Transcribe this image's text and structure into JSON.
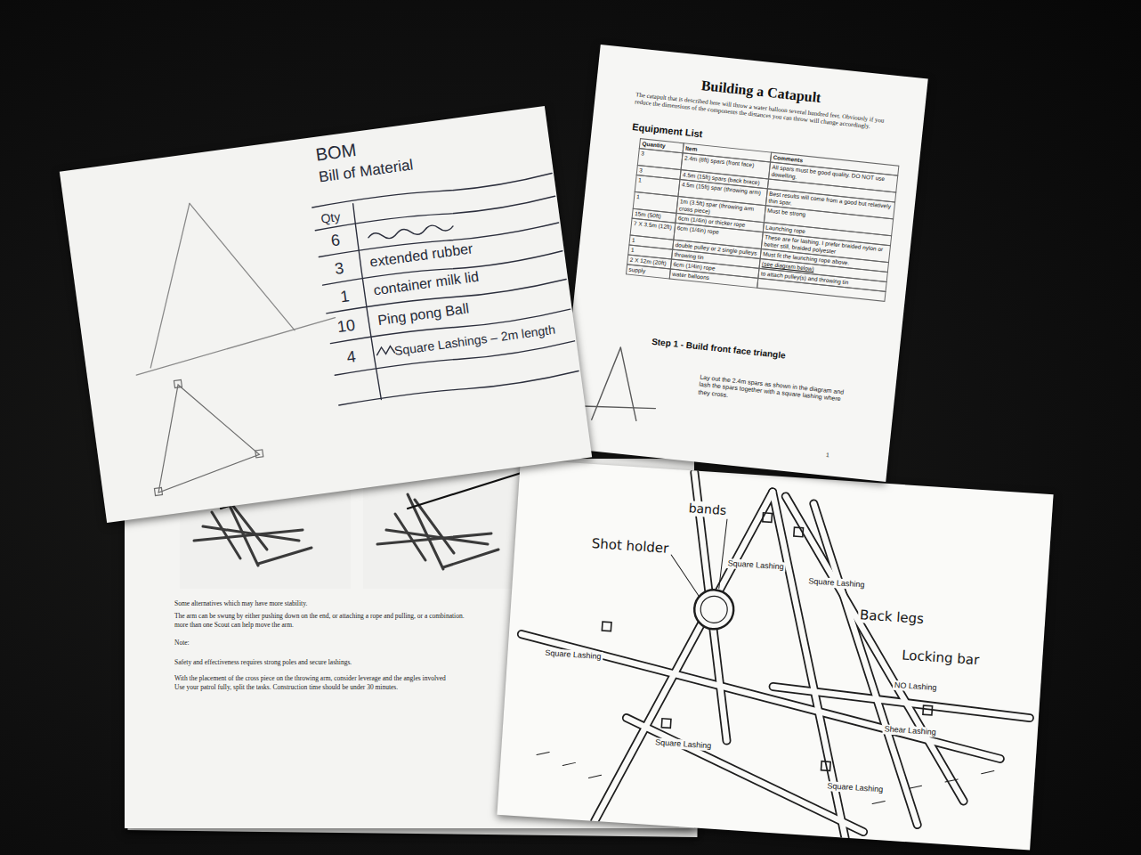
{
  "diagram": {
    "nodes": [
      {
        "text": [
          "BOM",
          "Bill of Material",
          "Qty",
          "6",
          "3",
          "extended rubber",
          "1",
          "container milk lid",
          "10",
          "Ping pong Ball",
          "4",
          "Square Lashings – 2m length"
        ]
      },
      {
        "text": [
          "Building a Catapult",
          "The catapult that is described here will throw a water balloon several hundred feet. Obviously if you reduce the dimensions of the components the distances you can throw will change accordingly.",
          "Equipment List",
          "Quantity",
          "Item",
          "Comments",
          "3",
          "2.4m (8ft) spars (front face)",
          "All spars must be good quality. DO NOT use dowelling.",
          "3",
          "4.5m (15ft) spars (back brace)",
          "1",
          "4.5m (15ft) spar (throwing arm)",
          "Best results will come from a good but relatively thin spar.",
          "1",
          "1m (3.5ft) spar (throwing arm cross piece)",
          "Must be strong",
          "15m (50ft)",
          "6cm (1/4in) or thicker rope",
          "Launching rope",
          "7 X 3.5m (12ft)",
          "6cm (1/4in) rope",
          "These are for lashing. I prefer braided nylon or better still, braided polyester",
          "1",
          "double pulley or 2 single pulleys",
          "Must fit the launching rope above.",
          "1",
          "throwing tin",
          "(see diagram below)",
          "2 X 12m (20ft)",
          "6cm (1/4in) rope",
          "to attach pulley(s) and throwing tin",
          "supply",
          "water balloons",
          "Step 1 - Build front face triangle",
          "Lay out the 2.4m spars as shown in the diagram and lash the spars together with a square lashing where they cross.",
          "1"
        ]
      },
      {
        "text": [
          "Some alternatives which may have more stability.",
          "The arm can be swung by either pushing down on the end, or attaching a rope and pulling, or a combination.",
          "more than one Scout can help move the arm.",
          "Note:",
          "Safety and effectiveness requires strong poles and secure lashings.",
          "With the placement of the cross piece on the throwing arm, consider leverage and the angles involved",
          "Use your patrol fully, split the tasks. Construction time should be under 30 minutes."
        ]
      },
      {
        "text": [
          "bands",
          "Shot holder",
          "Square Lashing",
          "Square Lashing",
          "Back legs",
          "Locking bar",
          "NO Lashing",
          "Shear Lashing",
          "Square Lashing",
          "Square Lashing",
          "Square Lashing"
        ]
      }
    ]
  }
}
